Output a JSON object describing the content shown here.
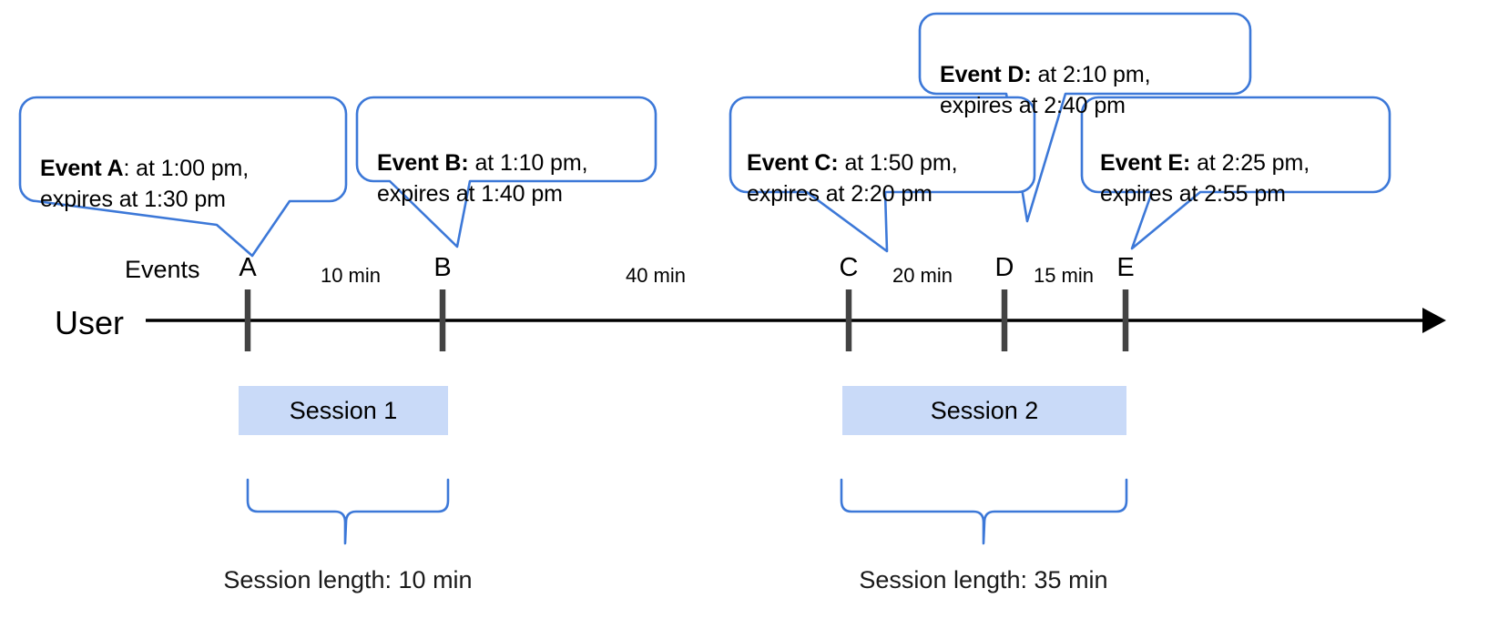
{
  "diagram": {
    "title": "User session timeline with event expiry callouts",
    "colors": {
      "callout_stroke": "#3c78d8",
      "session_fill": "#c9daf8",
      "axis": "#000000",
      "tick": "#434343",
      "brace": "#3c78d8"
    },
    "axis": {
      "user_label": "User",
      "events_label": "Events"
    },
    "events": [
      {
        "key": "A",
        "tick_label": "A",
        "callout_bold": "Event A",
        "callout_rest": ": at 1:00 pm,\nexpires at 1:30 pm",
        "time": "1:00 pm",
        "expires": "1:30 pm"
      },
      {
        "key": "B",
        "tick_label": "B",
        "callout_bold": "Event B:",
        "callout_rest": " at 1:10 pm,\nexpires at 1:40 pm",
        "time": "1:10 pm",
        "expires": "1:40 pm"
      },
      {
        "key": "C",
        "tick_label": "C",
        "callout_bold": "Event C:",
        "callout_rest": " at 1:50 pm,\nexpires at 2:20 pm",
        "time": "1:50 pm",
        "expires": "2:20 pm"
      },
      {
        "key": "D",
        "tick_label": "D",
        "callout_bold": "Event D:",
        "callout_rest": " at 2:10 pm,\nexpires at 2:40 pm",
        "time": "2:10 pm",
        "expires": "2:40 pm"
      },
      {
        "key": "E",
        "tick_label": "E",
        "callout_bold": "Event E:",
        "callout_rest": " at 2:25 pm,\nexpires at 2:55 pm",
        "time": "2:25 pm",
        "expires": "2:55 pm"
      }
    ],
    "gaps": [
      {
        "label": "10 min",
        "from": "A",
        "to": "B"
      },
      {
        "label": "40 min",
        "from": "B",
        "to": "C"
      },
      {
        "label": "20 min",
        "from": "C",
        "to": "D"
      },
      {
        "label": "15 min",
        "from": "D",
        "to": "E"
      }
    ],
    "sessions": [
      {
        "label": "Session 1",
        "length_label": "Session length: 10 min"
      },
      {
        "label": "Session 2",
        "length_label": "Session length: 35 min"
      }
    ]
  }
}
